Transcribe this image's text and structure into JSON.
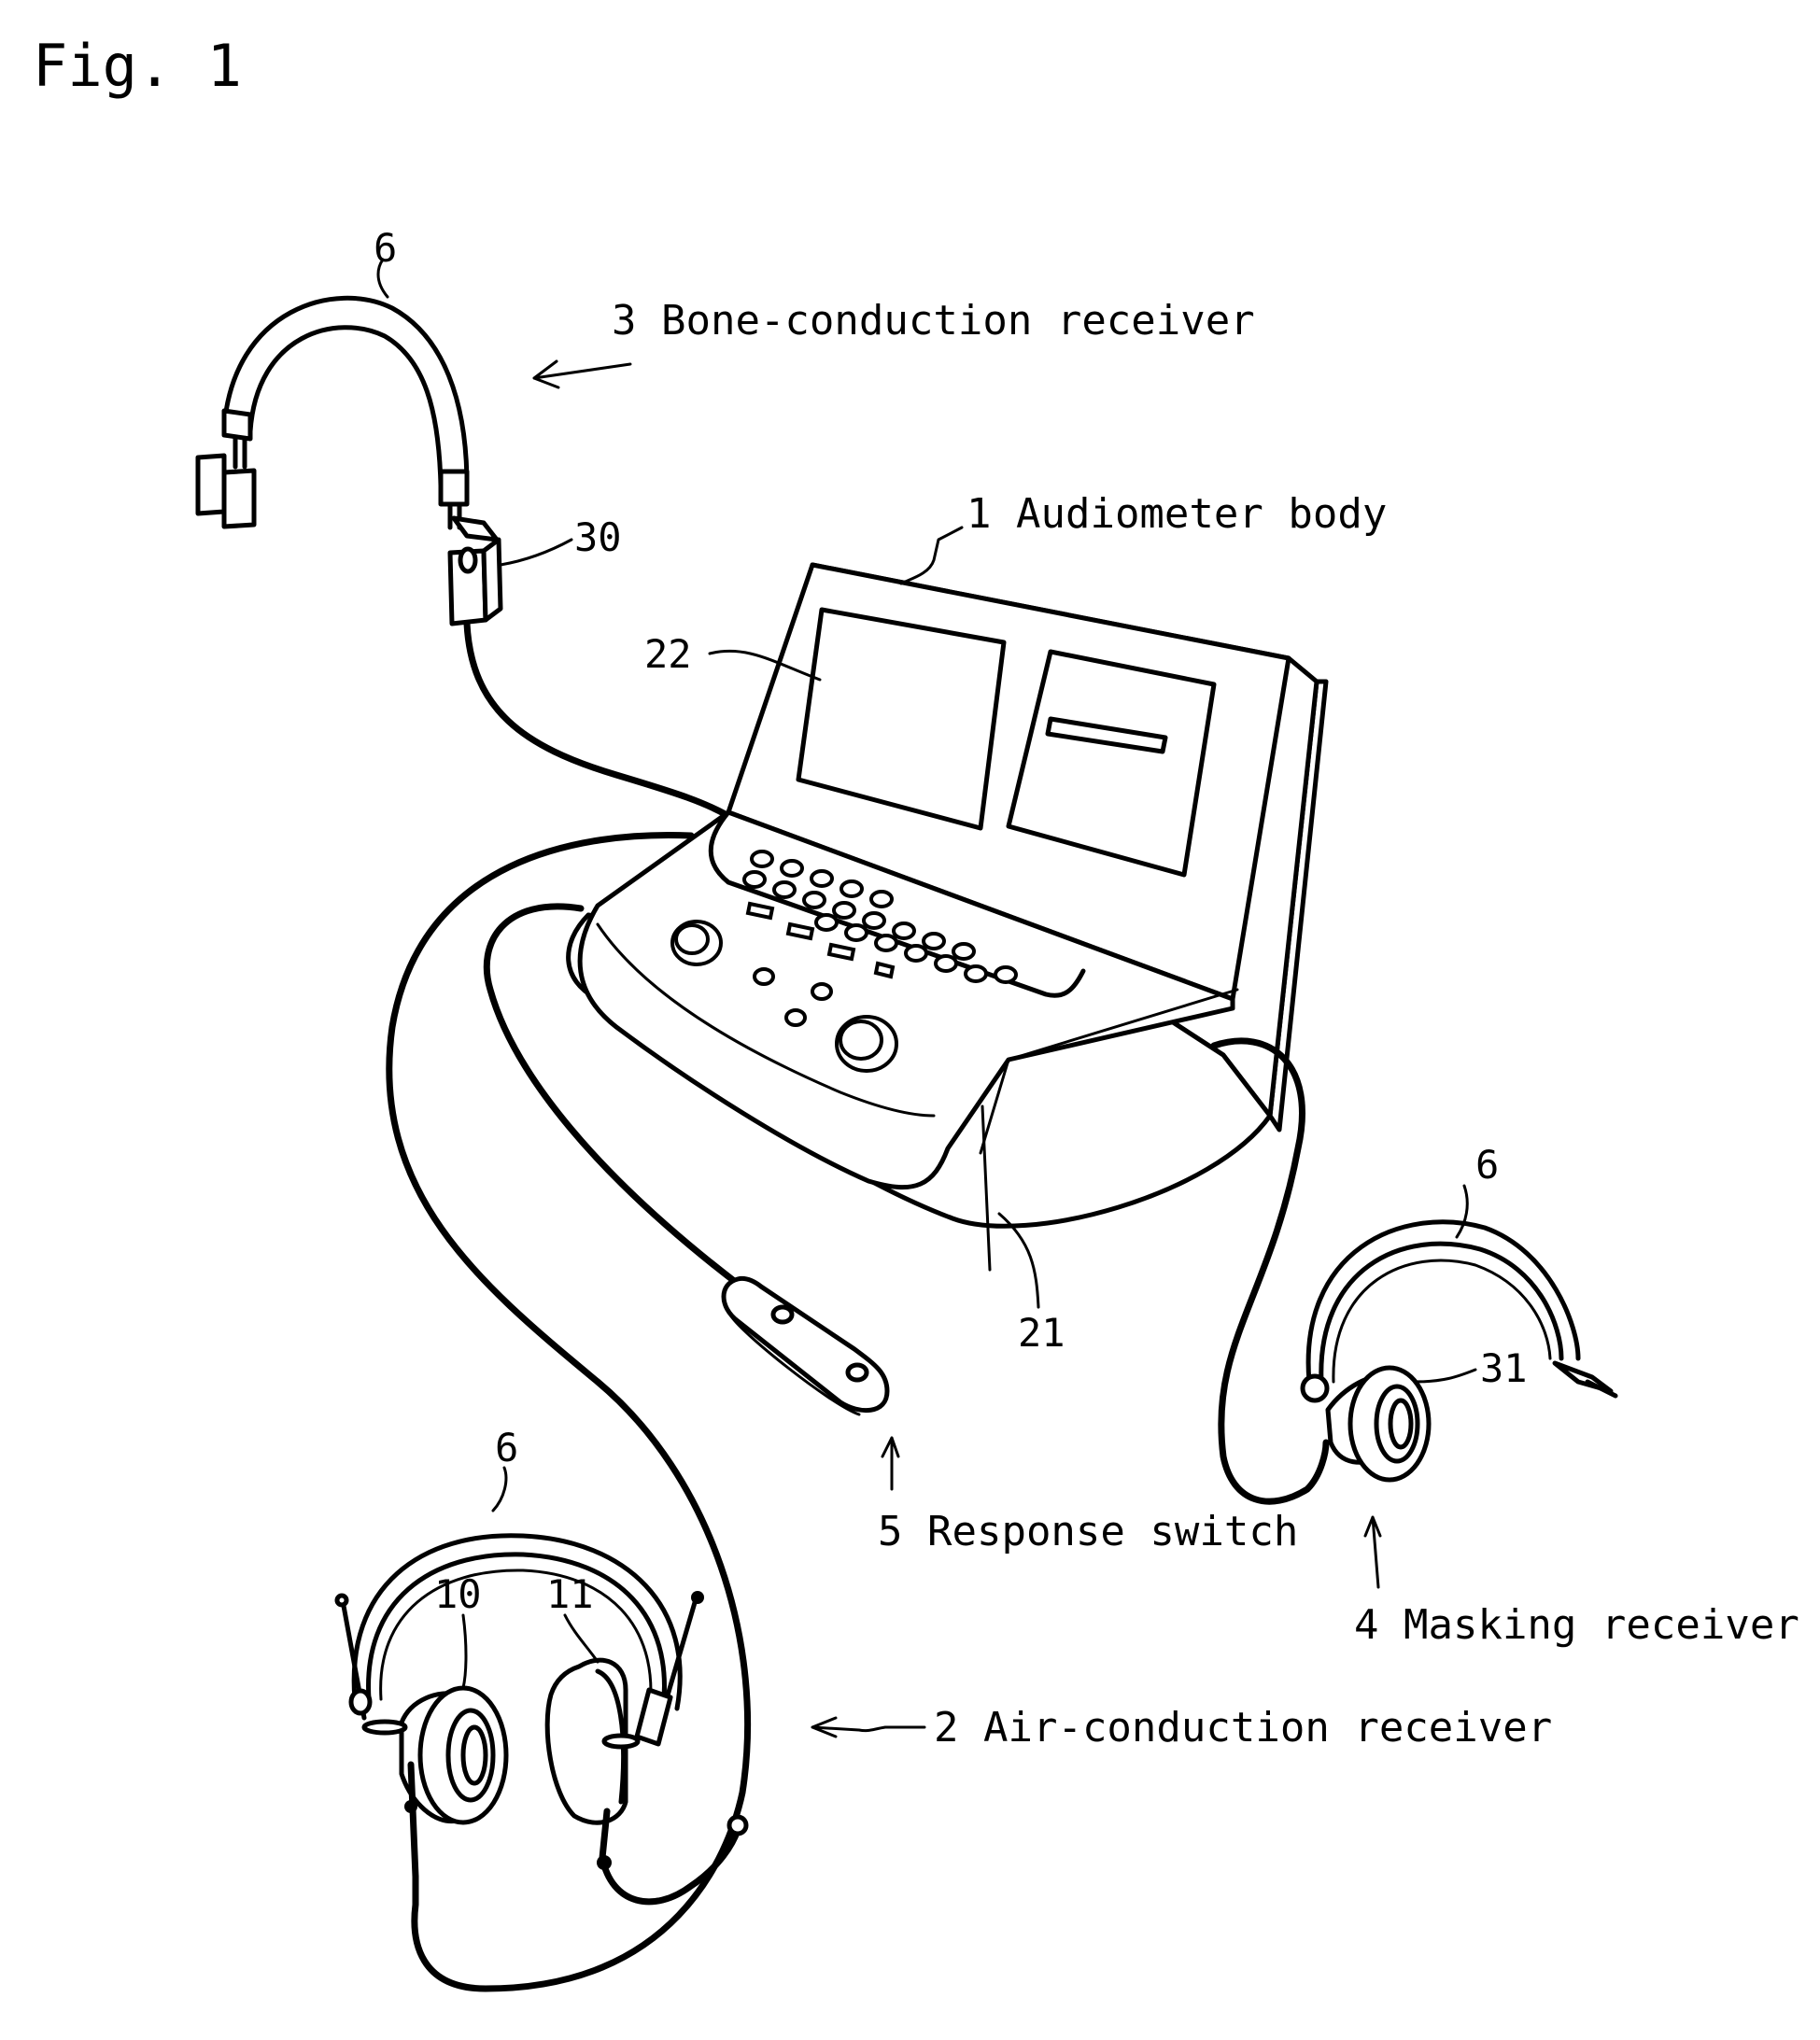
{
  "figure_title": "Fig. 1",
  "labels": {
    "audiometer_body": "1 Audiometer body",
    "air_conduction_receiver": "2 Air-conduction receiver",
    "bone_conduction_receiver": "3 Bone-conduction receiver",
    "masking_receiver": "4  Masking receiver",
    "response_switch": "5 Response switch",
    "ref_6_bone": "6",
    "ref_6_masking": "6",
    "ref_6_air": "6",
    "ref_10": "10",
    "ref_11": "11",
    "ref_21": "21",
    "ref_22": "22",
    "ref_30": "30",
    "ref_31": "31"
  }
}
